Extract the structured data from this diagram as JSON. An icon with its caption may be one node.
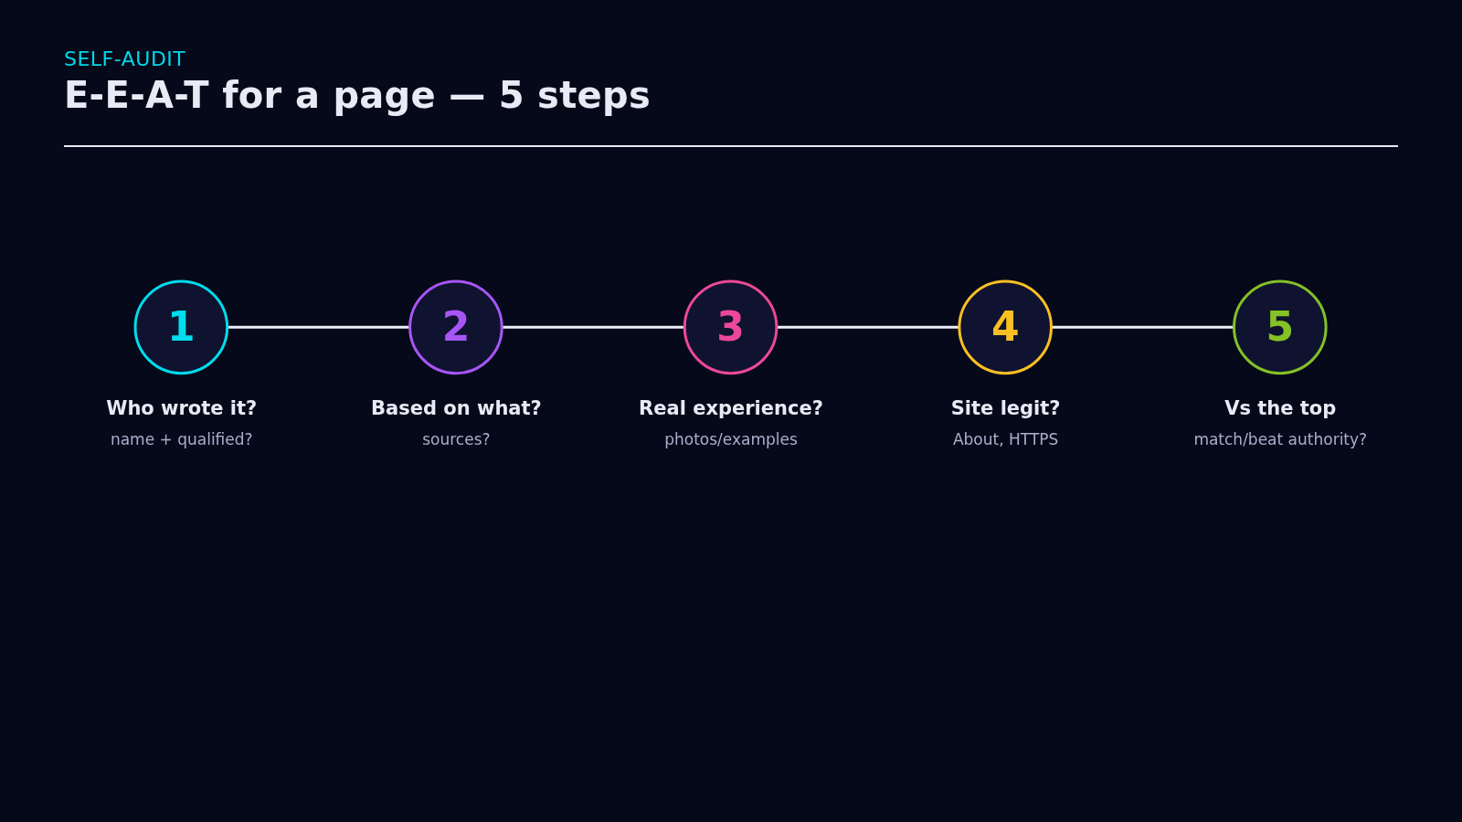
{
  "diagram": {
    "title": "E-E-A-T for a page — 5 steps",
    "nodes": [
      {
        "text": [
          "1"
        ],
        "beside": [
          "Who wrote it?",
          "name + qualified?"
        ]
      },
      {
        "text": [
          "2"
        ],
        "beside": [
          "Based on what?",
          "sources?"
        ]
      },
      {
        "text": [
          "3"
        ],
        "beside": [
          "Real experience?",
          "photos/examples"
        ]
      },
      {
        "text": [
          "4"
        ],
        "beside": [
          "Site legit?",
          "About, HTTPS"
        ]
      },
      {
        "text": [
          "5"
        ],
        "beside": [
          "Vs the top",
          "match/beat authority?"
        ]
      }
    ],
    "edges": [
      {
        "from": 0,
        "to": 1,
        "arrow": "none"
      },
      {
        "from": 1,
        "to": 2,
        "arrow": "none"
      },
      {
        "from": 2,
        "to": 3,
        "arrow": "none"
      },
      {
        "from": 3,
        "to": 4,
        "arrow": "none"
      }
    ],
    "labels": [
      "SELF-AUDIT"
    ]
  }
}
